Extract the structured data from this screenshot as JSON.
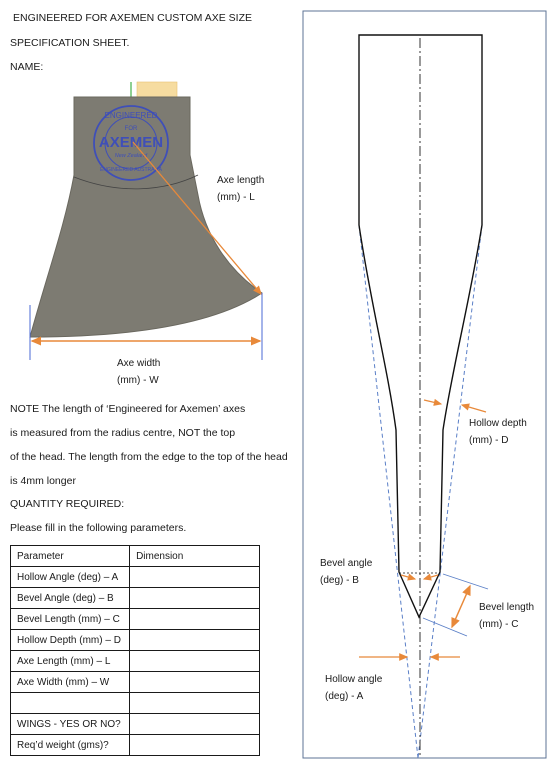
{
  "header": {
    "title": "ENGINEERED FOR AXEMEN CUSTOM AXE SIZE",
    "subtitle": "SPECIFICATION SHEET.",
    "name_label": "NAME:"
  },
  "head_figure": {
    "axe_length_label": [
      "Axe length",
      "(mm) - L"
    ],
    "axe_width_label": [
      "Axe width",
      "(mm) - W"
    ],
    "logo_text": [
      "ENGINEERED",
      "FOR",
      "AXEMEN",
      "New Zealand",
      "ENGINEERED AUSTRALIA"
    ]
  },
  "note": {
    "lines": [
      "NOTE The length of ‘Engineered for Axemen’ axes",
      "is measured from the radius centre, NOT the top",
      "of the head. The length from the edge to the top of the head",
      "is 4mm longer"
    ],
    "quantity_label": "QUANTITY REQUIRED:",
    "instruction": "Please fill in the following parameters."
  },
  "table": {
    "headers": [
      "Parameter",
      "Dimension"
    ],
    "rows": [
      [
        "Hollow Angle (deg) – A",
        ""
      ],
      [
        "Bevel Angle (deg) – B",
        ""
      ],
      [
        "Bevel Length (mm) – C",
        ""
      ],
      [
        "Hollow Depth (mm) – D",
        ""
      ],
      [
        "Axe Length (mm) – L",
        ""
      ],
      [
        "Axe Width (mm) – W",
        ""
      ],
      [
        "",
        ""
      ],
      [
        "WINGS - YES OR NO?",
        ""
      ],
      [
        "Req’d weight (gms)?",
        ""
      ]
    ]
  },
  "profile_figure": {
    "hollow_depth_label": [
      "Hollow depth",
      "(mm) - D"
    ],
    "bevel_angle_label": [
      "Bevel angle",
      "(deg) - B"
    ],
    "bevel_length_label": [
      "Bevel length",
      "(mm) - C"
    ],
    "hollow_angle_label": [
      "Hollow angle",
      "(deg) - A"
    ]
  },
  "colors": {
    "head_fill": "#7d7b72",
    "head_edge": "#6a685f",
    "logo": "#3f4fb8",
    "arrow": "#e8893a",
    "measure_line": "#4a6ad6",
    "dash_blue": "#5a7fc7",
    "frame": "#5d7396",
    "handle_block": "#f6dca0"
  }
}
